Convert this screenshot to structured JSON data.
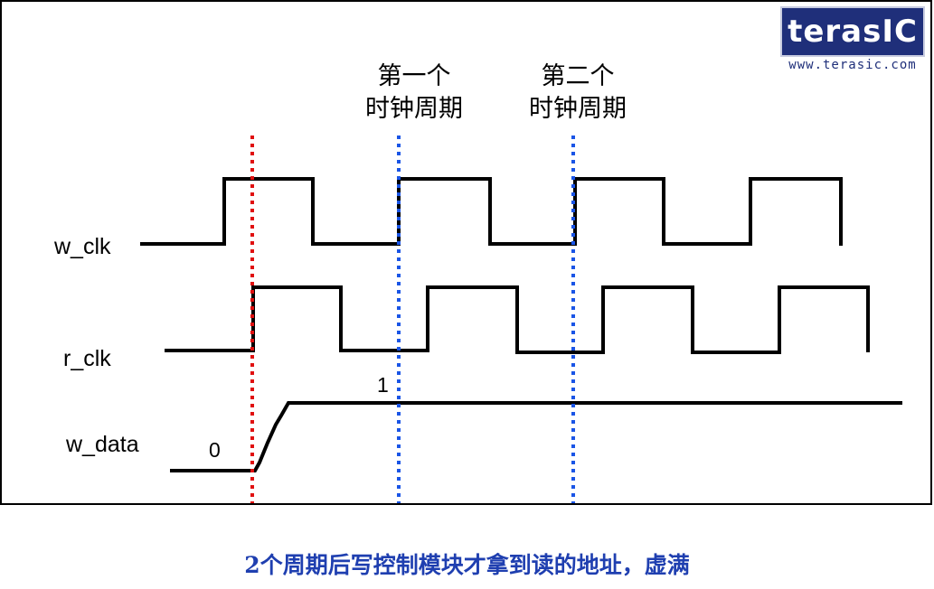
{
  "logo": {
    "brand": "terasIC",
    "url": "www.terasic.com"
  },
  "period_labels": [
    {
      "line1": "第一个",
      "line2": "时钟周期"
    },
    {
      "line1": "第二个",
      "line2": "时钟周期"
    }
  ],
  "signals": {
    "w_clk": "w_clk",
    "r_clk": "r_clk",
    "w_data": "w_data"
  },
  "values": {
    "zero": "0",
    "one": "1"
  },
  "caption": "2个周期后写控制模块才拿到读的地址，虚满",
  "colors": {
    "red_marker": "#e01010",
    "blue_marker": "#1a55e6",
    "caption": "#1f3fb0",
    "logo_bg": "#1f2f7a"
  }
}
